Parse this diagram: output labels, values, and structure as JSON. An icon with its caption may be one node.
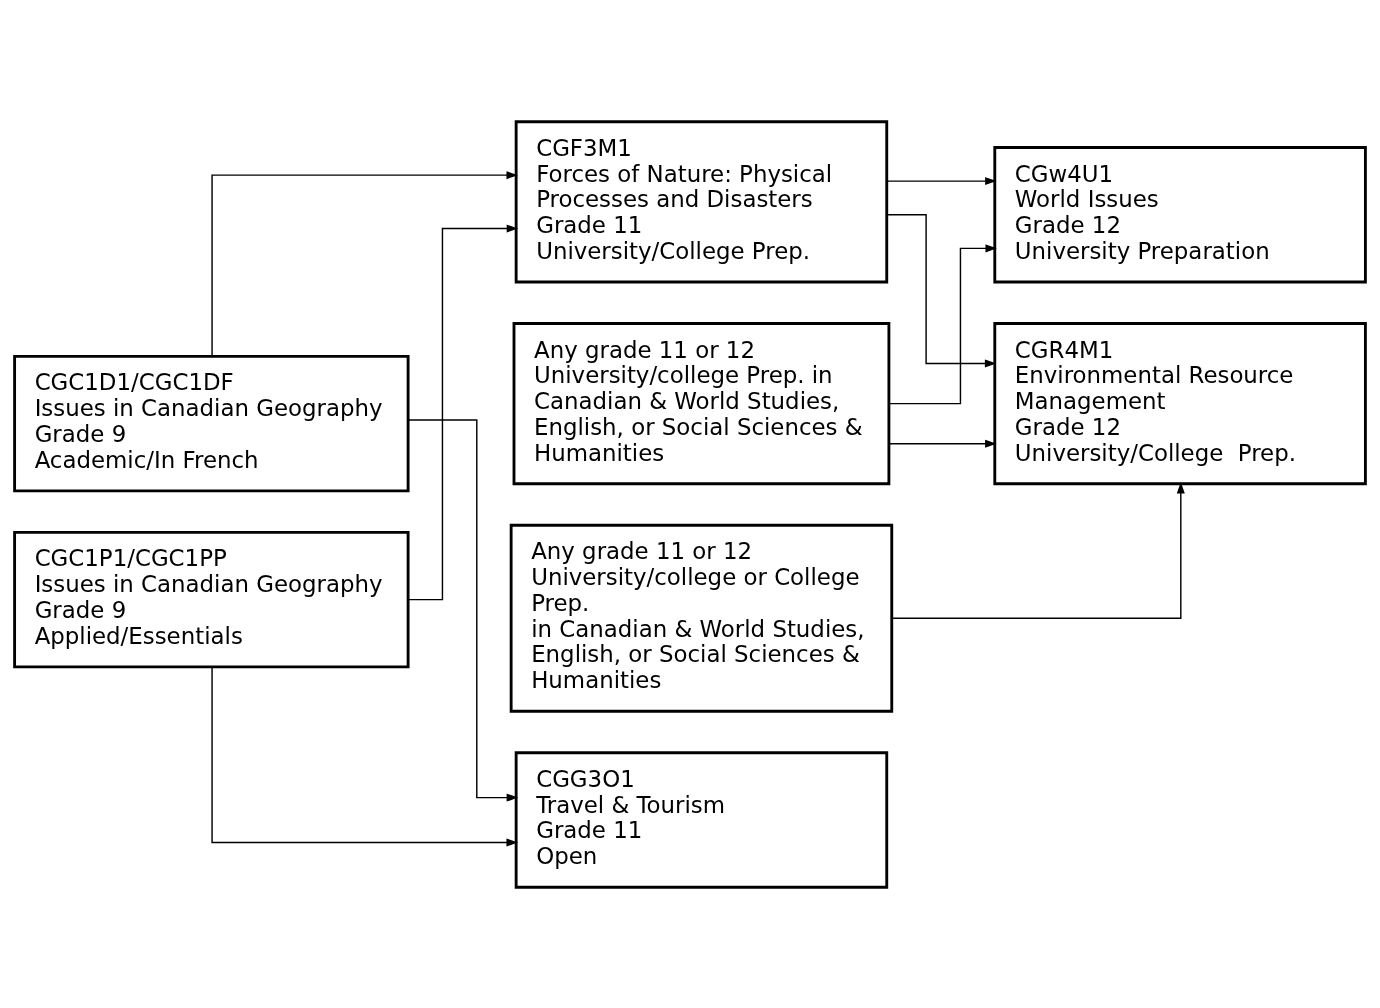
{
  "diagram": {
    "nodes": [
      {
        "text": [
          "CGC1D1/CGC1DF",
          "Issues in Canadian Geography",
          "Grade 9",
          "Academic/In French"
        ]
      },
      {
        "text": [
          "CGC1P1/CGC1PP",
          "Issues in Canadian Geography",
          "Grade 9",
          "Applied/Essentials"
        ]
      },
      {
        "text": [
          "CGF3M1",
          "Forces of Nature: Physical Processes and Disasters",
          "Grade 11",
          "University/College Prep."
        ]
      },
      {
        "text": [
          "Any grade 11 or 12 University/college Prep. in Canadian & World Studies, English, or Social Sciences & Humanities"
        ]
      },
      {
        "text": [
          "Any grade 11 or 12 University/college or College Prep.",
          "in Canadian & World Studies, English, or Social Sciences & Humanities"
        ]
      },
      {
        "text": [
          "CGG3O1",
          "Travel & Tourism",
          "Grade 11",
          "Open"
        ]
      },
      {
        "text": [
          "CGw4U1",
          "World Issues",
          "Grade 12",
          "University Preparation"
        ]
      },
      {
        "text": [
          "CGR4M1",
          "Environmental Resource Management",
          "Grade 12",
          "University/College  Prep."
        ]
      }
    ],
    "edges": [
      {
        "from": 0,
        "to": 2,
        "arrow": "to"
      },
      {
        "from": 0,
        "to": 5,
        "arrow": "to"
      },
      {
        "from": 1,
        "to": 2,
        "arrow": "to"
      },
      {
        "from": 1,
        "to": 5,
        "arrow": "to"
      },
      {
        "from": 2,
        "to": 6,
        "arrow": "to"
      },
      {
        "from": 2,
        "to": 7,
        "arrow": "to"
      },
      {
        "from": 3,
        "to": 6,
        "arrow": "to"
      },
      {
        "from": 3,
        "to": 7,
        "arrow": "to"
      },
      {
        "from": 4,
        "to": 7,
        "arrow": "to"
      }
    ]
  }
}
